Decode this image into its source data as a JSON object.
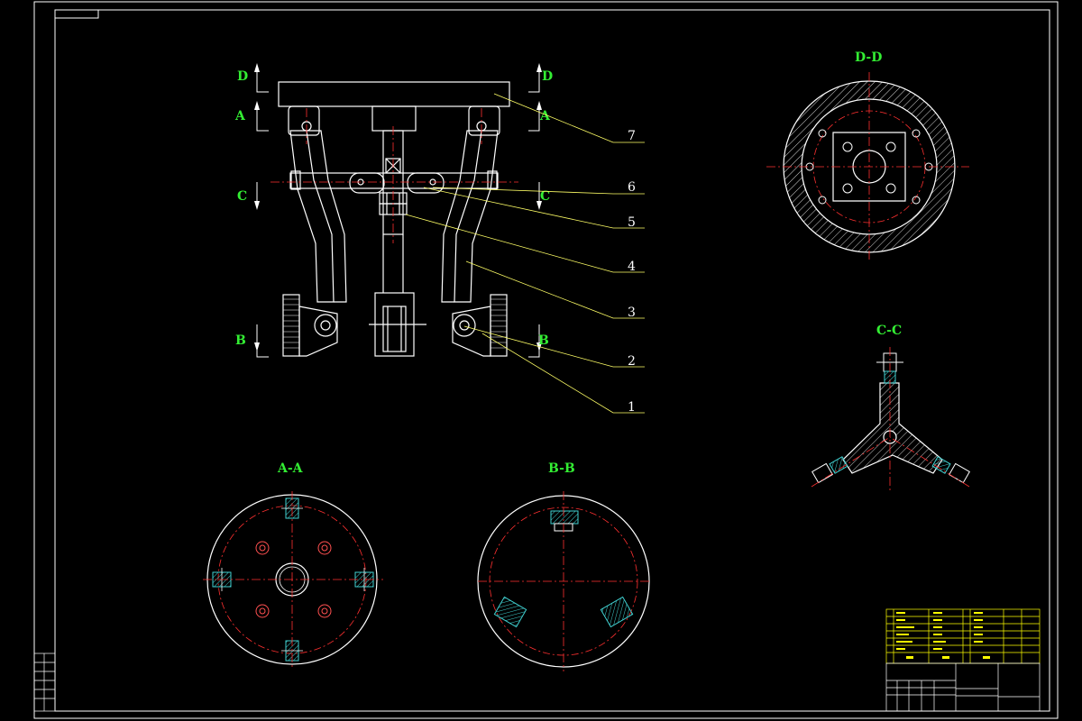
{
  "colors": {
    "background": "#000000",
    "outline": "#ffffff",
    "center_line": "#ff3030",
    "section_label": "#33ee33",
    "leader": "#ffff66",
    "hatch": "#40d0d0",
    "title_block": "#ffff00"
  },
  "section_labels": {
    "aa": "A-A",
    "bb": "B-B",
    "cc": "C-C",
    "dd": "D-D"
  },
  "cut_markers": {
    "d": "D",
    "a": "A",
    "c": "C",
    "b": "B"
  },
  "part_numbers": [
    "7",
    "6",
    "5",
    "4",
    "3",
    "2",
    "1"
  ]
}
